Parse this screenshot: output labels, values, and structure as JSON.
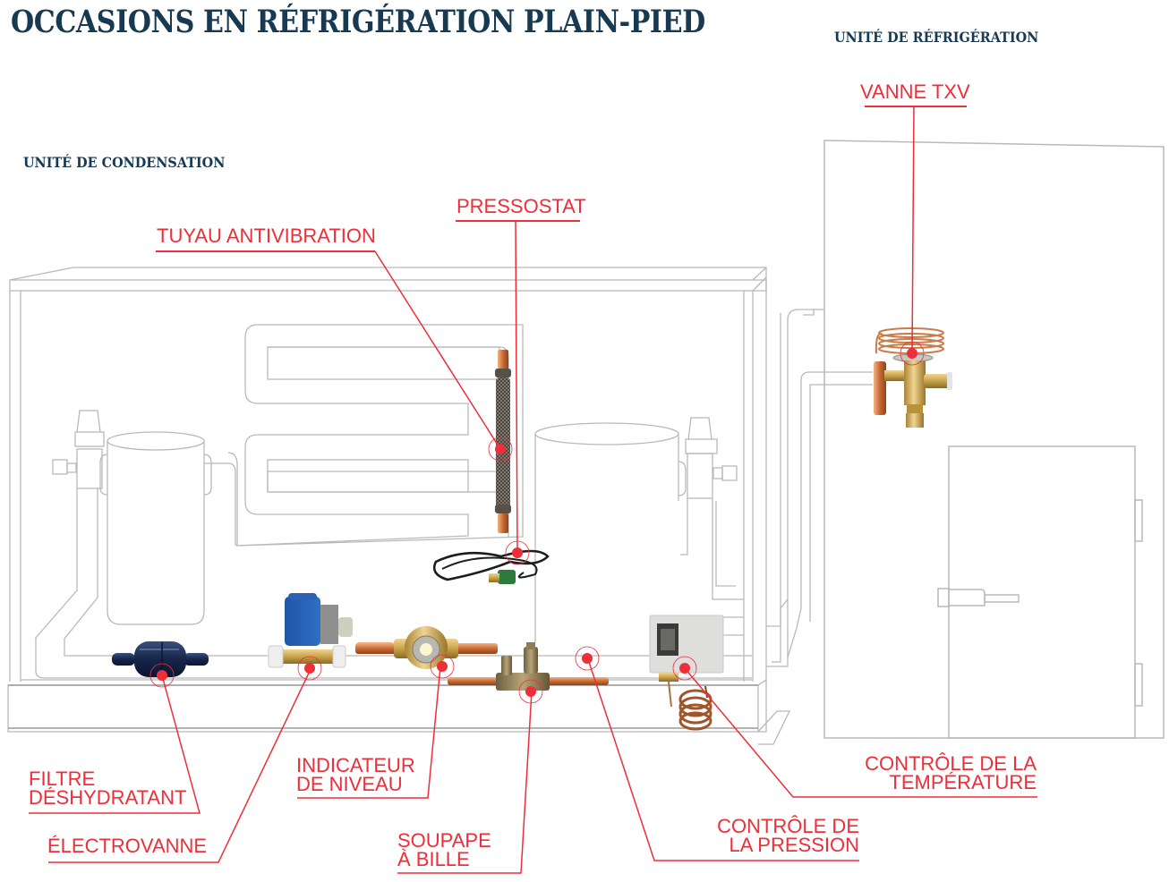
{
  "page": {
    "title": "OCCASIONS EN RÉFRIGÉRATION PLAIN-PIED"
  },
  "sections": {
    "condensing_unit": "UNITÉ DE CONDENSATION",
    "refrigeration_unit": "UNITÉ DE RÉFRIGÉRATION"
  },
  "colors": {
    "title": "#173a52",
    "accent": "#ee2e38",
    "outline": "#b9b9b9"
  },
  "callouts": {
    "txv_valve": {
      "label": "VANNE TXV",
      "component_icon": "thermostatic-expansion-valve-icon"
    },
    "pressure_switch": {
      "label": "PRESSOSTAT",
      "component_icon": "pressure-switch-icon"
    },
    "vibration_hose": {
      "label": "TUYAU ANTIVIBRATION",
      "component_icon": "vibration-eliminator-icon"
    },
    "filter_drier": {
      "lines": [
        "FILTRE",
        "DÉSHYDRATANT"
      ],
      "component_icon": "filter-drier-icon"
    },
    "solenoid_valve": {
      "label": "ÉLECTROVANNE",
      "component_icon": "solenoid-valve-icon"
    },
    "sight_glass": {
      "lines": [
        "INDICATEUR",
        "DE NIVEAU"
      ],
      "component_icon": "sight-glass-icon"
    },
    "ball_valve": {
      "lines": [
        "SOUPAPE",
        "À BILLE"
      ],
      "component_icon": "ball-valve-icon"
    },
    "pressure_control": {
      "lines": [
        "CONTRÔLE DE",
        "LA PRESSION"
      ],
      "component_icon": "pipe-marker-icon"
    },
    "temperature_control": {
      "lines": [
        "CONTRÔLE DE LA",
        "TEMPÉRATURE"
      ],
      "component_icon": "temperature-control-icon"
    }
  }
}
